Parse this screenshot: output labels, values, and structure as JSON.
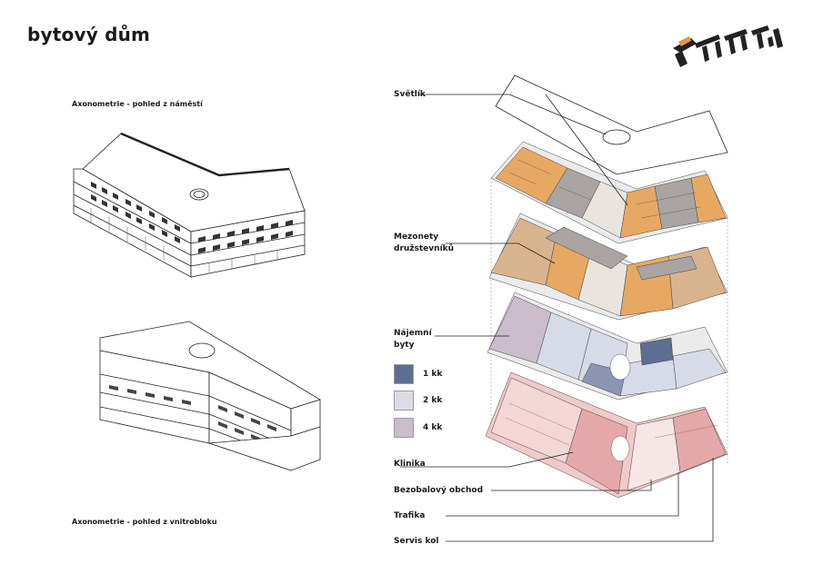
{
  "title": "bytový dům",
  "captions": {
    "top": "Axonometrie - pohled z náměstí",
    "bottom": "Axonometrie - pohled z vnitrobloku"
  },
  "callouts": {
    "svetlik": "Světlík",
    "mezonety_1": "Mezonety",
    "mezonety_2": "družstevníků",
    "najemni_1": "Nájemní",
    "najemni_2": "byty",
    "klinika": "Klinika",
    "obchod": "Bezobalový obchod",
    "trafika": "Trafika",
    "servis": "Servis kol"
  },
  "legend": [
    {
      "label": "1 kk",
      "color": "#5f6d92"
    },
    {
      "label": "2 kk",
      "color": "#dcdce6"
    },
    {
      "label": "4 kk",
      "color": "#cbbccc"
    }
  ],
  "colors": {
    "orange": "#e7a863",
    "tan": "#d8b48e",
    "grey": "#a9a4a2",
    "lilac": "#cbbccc",
    "lightblue": "#d6dbe7",
    "navy": "#5f6d92",
    "pink": "#f0c9c9",
    "rose": "#e4a8ab",
    "line": "#222222"
  },
  "icons": {
    "site_plan": "site-plan-icon"
  }
}
